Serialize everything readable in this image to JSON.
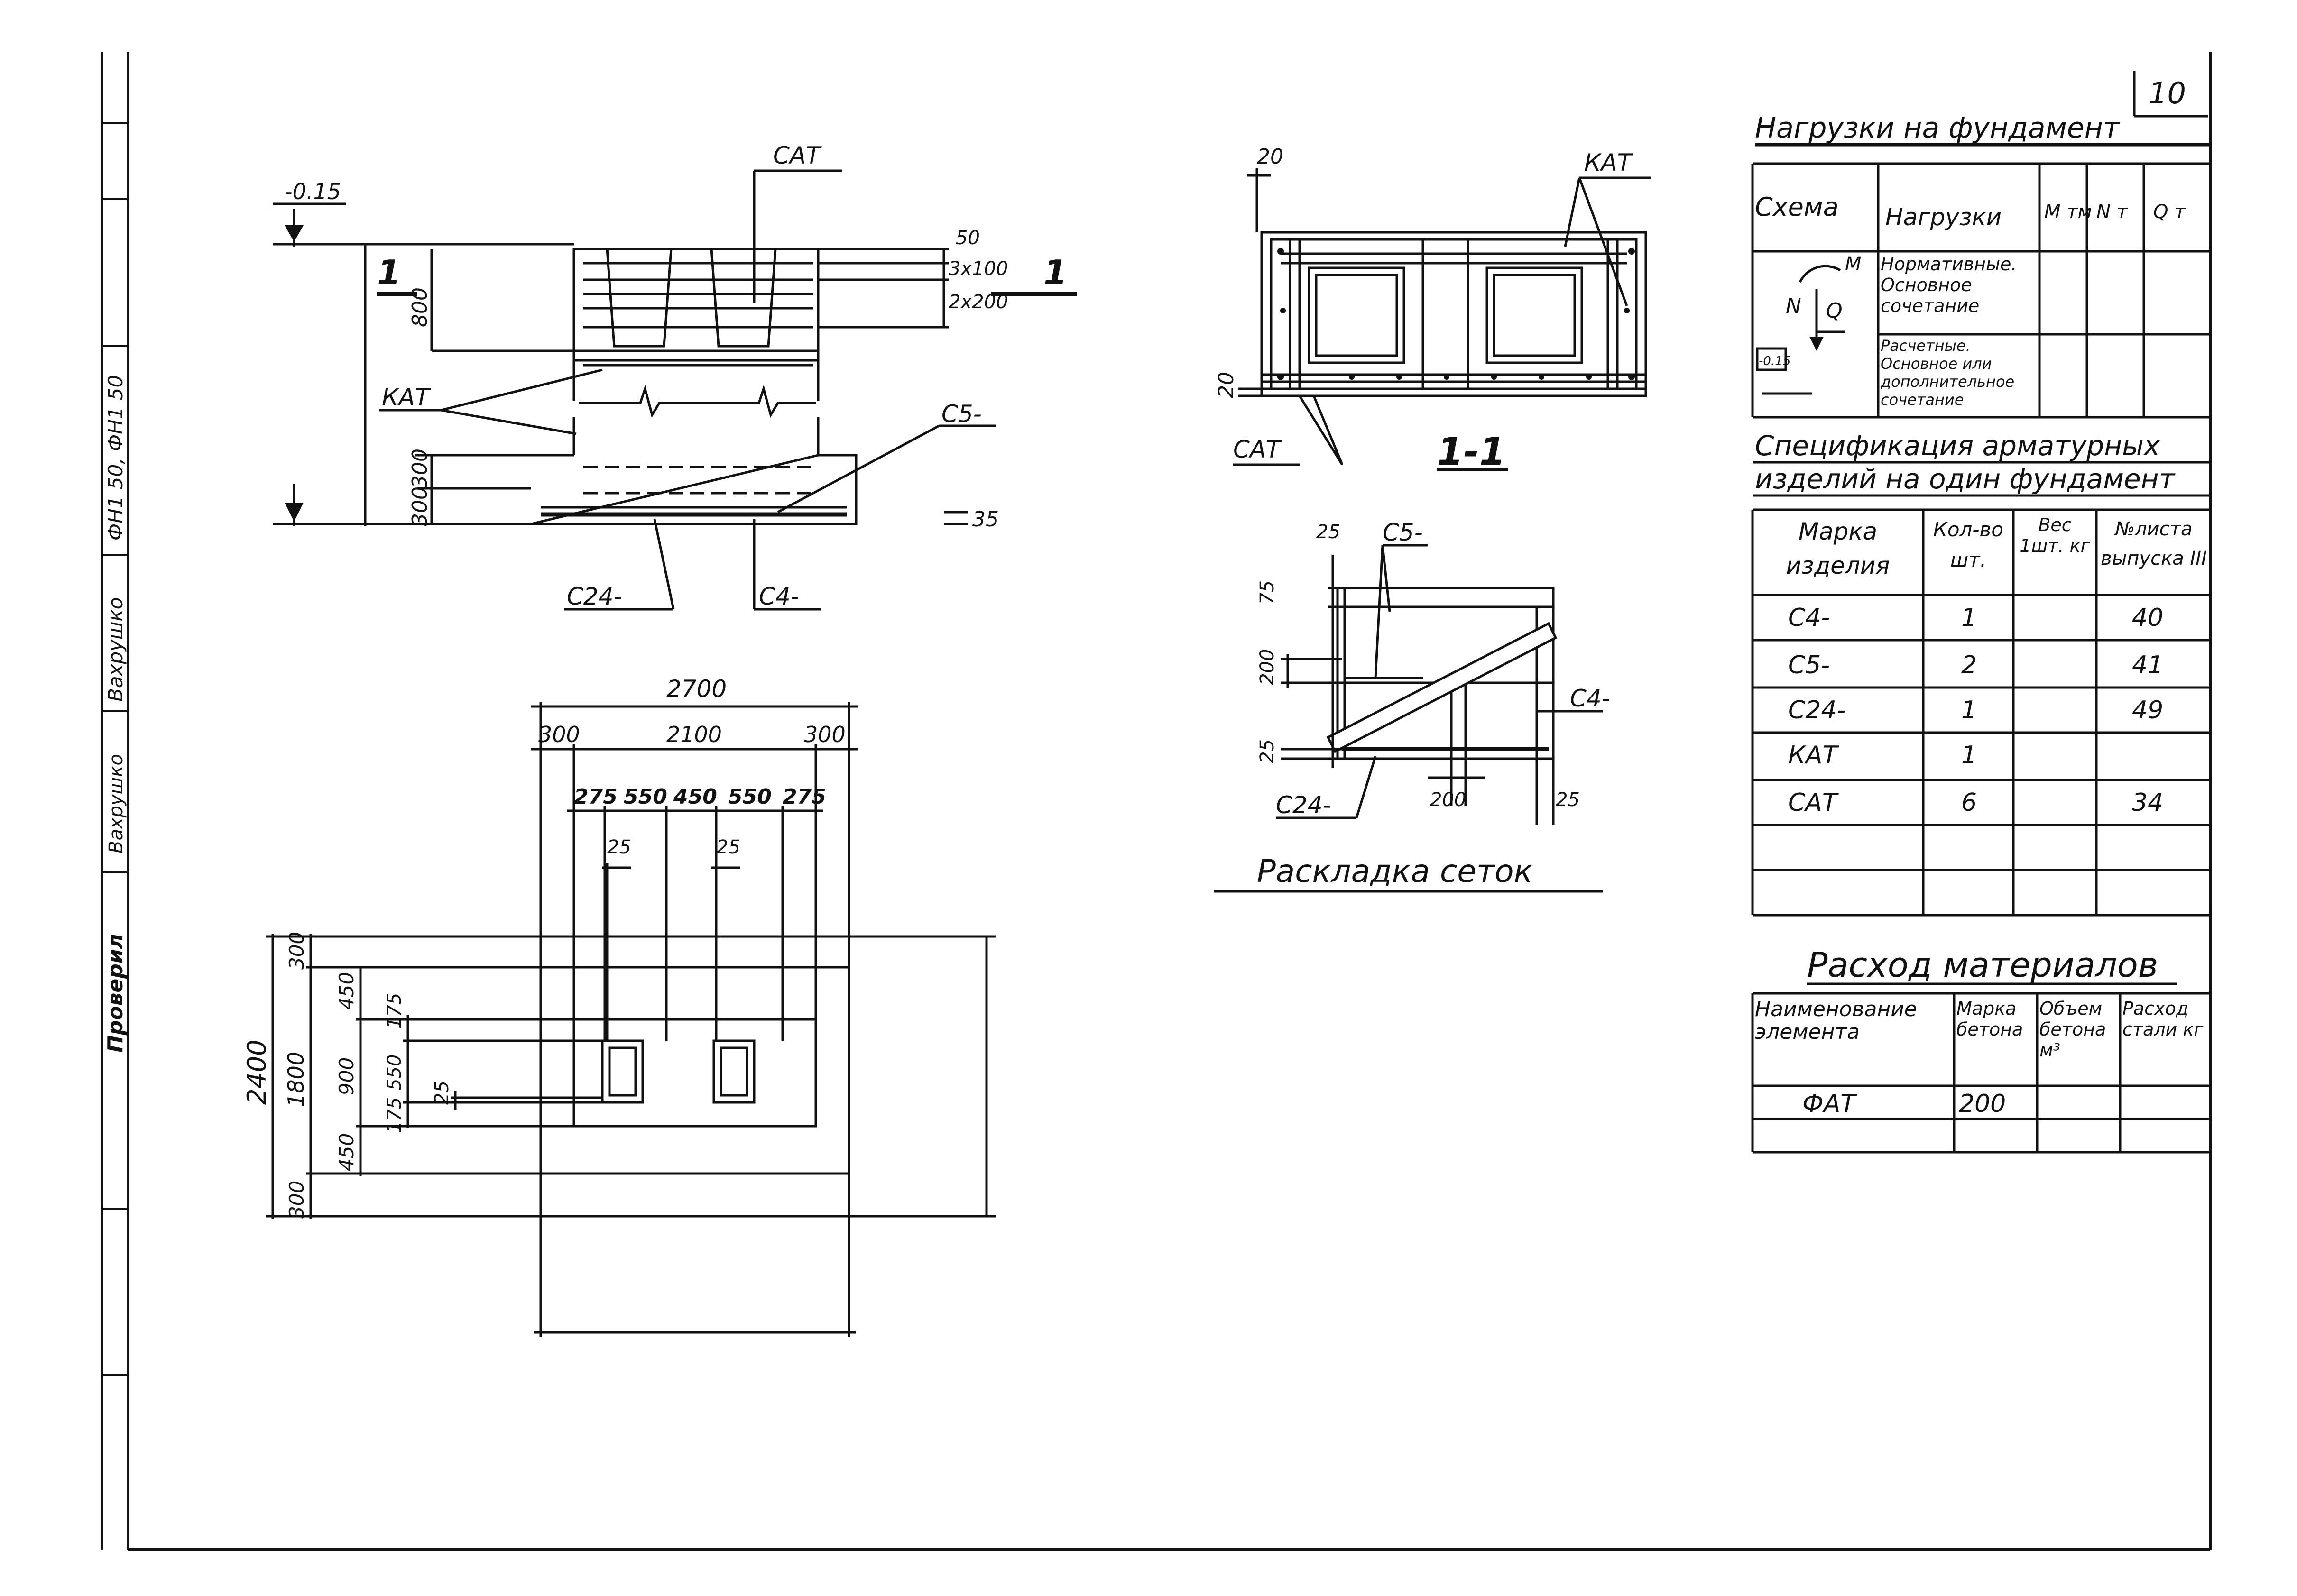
{
  "sheet": {
    "number": "10"
  },
  "side_strip": {
    "checked_label": "Проверил",
    "name_1": "Вахрушко",
    "signature": "Вахрушко",
    "code": "ФН1 50, ФН1 50"
  },
  "plan_view": {
    "level_top": "-0.15",
    "section_mark": "1",
    "labels": {
      "sat": "САТ",
      "kat": "КАТ",
      "c5": "С5-",
      "c24": "С24-",
      "c4": "С4-"
    },
    "dims_vertical_left": [
      "800",
      "300",
      "300"
    ],
    "dims_right": [
      "50",
      "3x100",
      "2x200"
    ],
    "bottom_cover": "35"
  },
  "foundation_plan": {
    "overall_width": "2700",
    "width_parts": [
      "300",
      "2100",
      "300"
    ],
    "inner_parts": [
      "275",
      "550",
      "450",
      "550",
      "275"
    ],
    "slot": "25",
    "overall_height": "2400",
    "height_parts": [
      "300",
      "1800",
      "300"
    ],
    "inner_height_parts": [
      "450",
      "900",
      "450"
    ],
    "inner_detail": [
      "175",
      "550",
      "175"
    ],
    "small_dim": "25"
  },
  "section_1_1": {
    "title": "1-1",
    "dim_top": "20",
    "dim_left": "20",
    "labels": {
      "kat": "КАТ",
      "sat": "САТ"
    }
  },
  "mesh_layout": {
    "title": "Раскладка сеток",
    "labels": {
      "c5": "С5-",
      "c4": "С4-",
      "c24": "С24-"
    },
    "dims": [
      "25",
      "75",
      "200",
      "25",
      "200",
      "25"
    ]
  },
  "loads_table": {
    "title": "Нагрузки на фундамент",
    "headers": [
      "Схема",
      "Нагрузки",
      "М тм",
      "N т",
      "Q т"
    ],
    "rows": [
      {
        "load": "Нормативные. Основное сочетание"
      },
      {
        "load": "Расчетные. Основное или дополнительное сочетание"
      }
    ],
    "scheme_labels": {
      "m": "М",
      "n": "N",
      "q": "Q",
      "level": "-0.15"
    }
  },
  "spec_table": {
    "title_line1": "Спецификация арматурных",
    "title_line2": "изделий на один фундамент",
    "headers": [
      "Марка изделия",
      "Кол-во шт.",
      "Вес 1шт. кг",
      "№листа выпуска III"
    ],
    "rows": [
      {
        "mark": "С4-",
        "qty": "1",
        "weight": "",
        "sheet": "40"
      },
      {
        "mark": "С5-",
        "qty": "2",
        "weight": "",
        "sheet": "41"
      },
      {
        "mark": "С24-",
        "qty": "1",
        "weight": "",
        "sheet": "49"
      },
      {
        "mark": "КАТ",
        "qty": "1",
        "weight": "",
        "sheet": ""
      },
      {
        "mark": "САТ",
        "qty": "6",
        "weight": "",
        "sheet": "34"
      }
    ]
  },
  "materials_table": {
    "title": "Расход материалов",
    "headers": [
      "Наименование элемента",
      "Марка бетона",
      "Объем бетона м³",
      "Расход стали кг"
    ],
    "rows": [
      {
        "name": "ФАТ",
        "grade": "200",
        "volume": "",
        "steel": ""
      }
    ]
  }
}
